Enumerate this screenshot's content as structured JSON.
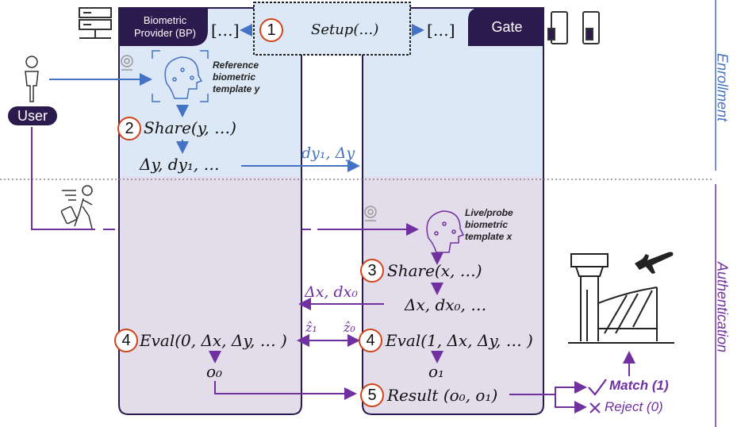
{
  "bp_label_line1": "Biometric",
  "bp_label_line2": "Provider (BP)",
  "gate_label": "Gate",
  "user_label": "User",
  "setup_step": "1",
  "setup_text": "Setup(…)",
  "left_dots": "[…]",
  "right_dots": "[…]",
  "ref_template_line1": "Reference",
  "ref_template_line2": "biometric",
  "ref_template_line3": "template y",
  "share_y_step": "2",
  "share_y_text": "Share(y, …)",
  "bp_output_text": "Δy, dy₁, …",
  "enroll_arrow_label": "dy₁, Δy",
  "live_template_line1": "Live/probe",
  "live_template_line2": "biometric",
  "live_template_line3": "template x",
  "share_x_step": "3",
  "share_x_text": "Share(x, …)",
  "gate_output_text": "Δx, dx₀, …",
  "auth_arrow_label": "Δx, dx₀",
  "eval0_step": "4",
  "eval0_text": "Eval(0, Δx, Δy, … )",
  "eval1_step": "4",
  "eval1_text": "Eval(1, Δx, Δy, … )",
  "z1_label": "ẑ₁",
  "z0_label": "ẑ₀",
  "o0_label": "o₀",
  "o1_label": "o₁",
  "result_step": "5",
  "result_text": "Result (o₀, o₁)",
  "match_label": "Match (1)",
  "reject_label": "Reject (0)",
  "enrollment_label": "Enrollment",
  "authentication_label": "Authentication",
  "colors": {
    "enroll_blue": "#4472c4",
    "auth_purple": "#7030a0",
    "panel_dark": "#2a1a4e",
    "panel_fill_enroll": "#dce8f5",
    "panel_fill_auth": "#e3dcea",
    "step_circle": "#d0441c"
  }
}
